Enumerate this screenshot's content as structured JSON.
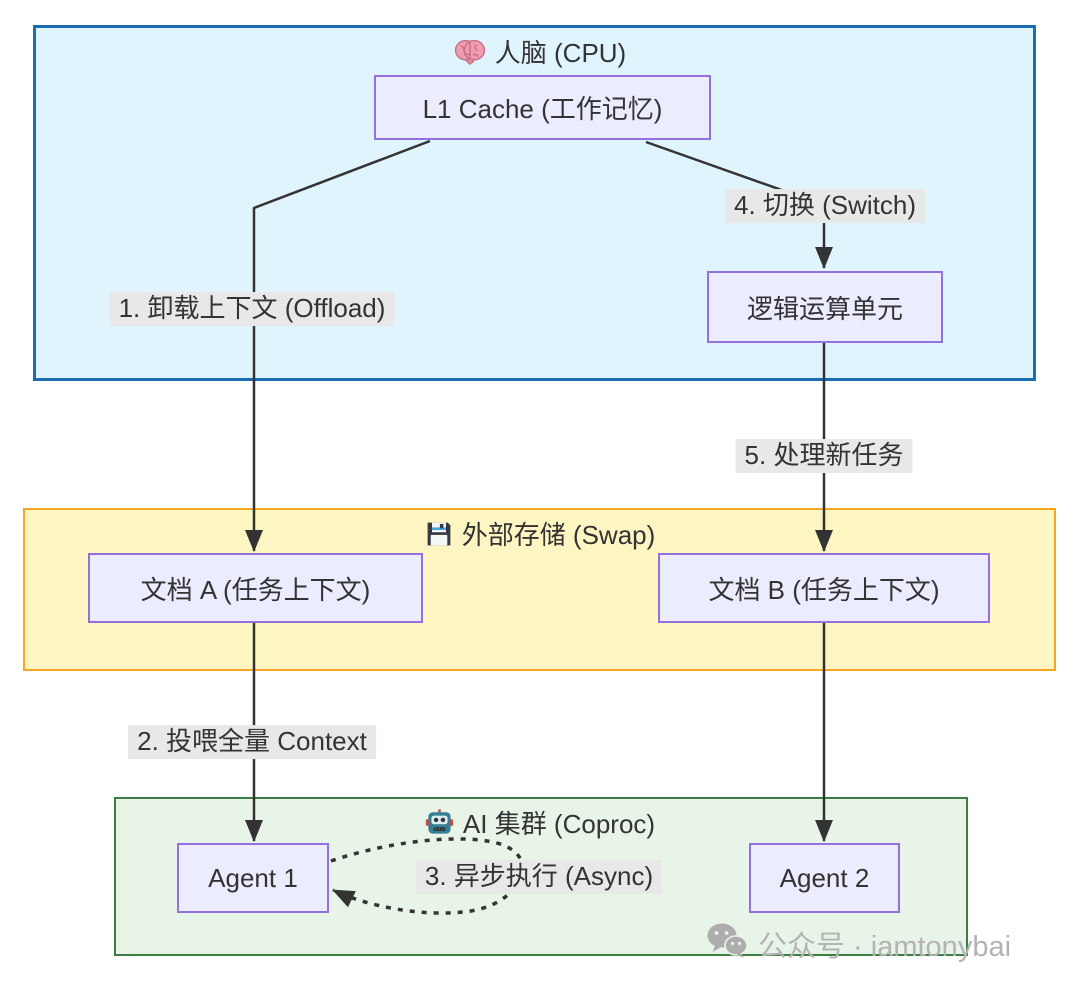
{
  "diagram": {
    "type": "flowchart",
    "containers": {
      "cpu": {
        "title": "人脑 (CPU)",
        "icon": "brain-icon",
        "fill": "#e0f4fd",
        "border": "#1a6cb3"
      },
      "swap": {
        "title": "外部存储 (Swap)",
        "icon": "floppy-disk-icon",
        "fill": "#fdf6c3",
        "border": "#f5a81f"
      },
      "coproc": {
        "title": "AI 集群 (Coproc)",
        "icon": "robot-icon",
        "fill": "#e9f4e9",
        "border": "#3b7d43"
      }
    },
    "nodes": {
      "l1_cache": {
        "label": "L1 Cache (工作记忆)",
        "container": "cpu"
      },
      "logic_unit": {
        "label": "逻辑运算单元",
        "container": "cpu"
      },
      "doc_a": {
        "label": "文档 A (任务上下文)",
        "container": "swap"
      },
      "doc_b": {
        "label": "文档 B (任务上下文)",
        "container": "swap"
      },
      "agent_1": {
        "label": "Agent 1",
        "container": "coproc"
      },
      "agent_2": {
        "label": "Agent 2",
        "container": "coproc"
      }
    },
    "edges": [
      {
        "label": "1. 卸载上下文 (Offload)",
        "from": "L1 Cache (工作记忆)",
        "to": "文档 A (任务上下文)",
        "style": "solid"
      },
      {
        "label": "2. 投喂全量 Context",
        "from": "文档 A (任务上下文)",
        "to": "Agent 1",
        "style": "solid"
      },
      {
        "label": "3. 异步执行 (Async)",
        "from": "Agent 1",
        "to": "Agent 1",
        "style": "dotted"
      },
      {
        "label": "4. 切换 (Switch)",
        "from": "L1 Cache (工作记忆)",
        "to": "逻辑运算单元",
        "style": "solid"
      },
      {
        "label": "5. 处理新任务",
        "from": "逻辑运算单元",
        "to": "文档 B (任务上下文)",
        "style": "solid"
      }
    ],
    "colors": {
      "node_fill": "#ececff",
      "node_border": "#9370db",
      "edge_color": "#333333",
      "edge_label_bg": "#e8e8e8",
      "watermark_color": "#b3b3b3"
    },
    "watermark": {
      "icon": "wechat-icon",
      "text": "公众号 · iamtonybai"
    }
  }
}
